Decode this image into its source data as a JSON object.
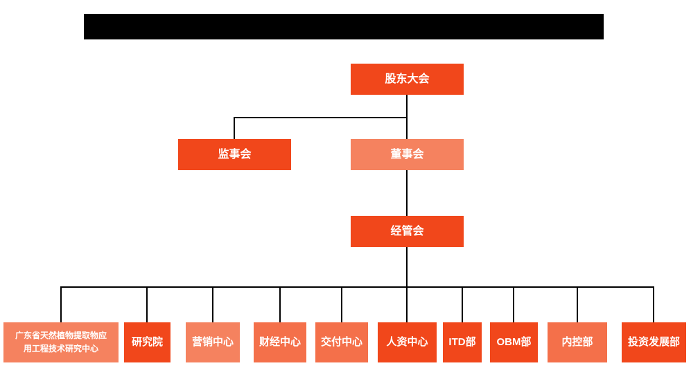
{
  "colors": {
    "background": "#ffffff",
    "vivid": "#f1471b",
    "salmon": "#f5825f",
    "mid": "#f4704a",
    "line": "#000000",
    "redacted_bar": "#000000"
  },
  "org": {
    "shareholders": "股东大会",
    "supervisors": "监事会",
    "directors": "董事会",
    "management": "经管会",
    "departments": [
      "广东省天然植物提取物应\n用工程技术研究中心",
      "研究院",
      "营销中心",
      "财经中心",
      "交付中心",
      "人资中心",
      "ITD部",
      "OBM部",
      "内控部",
      "投资发展部"
    ]
  }
}
